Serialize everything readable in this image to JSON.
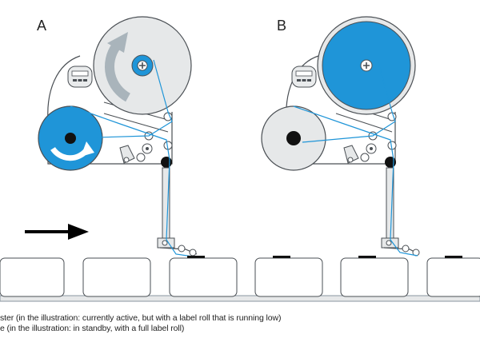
{
  "panels": {
    "a_label": "A",
    "b_label": "B"
  },
  "captions": {
    "line1": "ster (in the illustration: currently active, but with a label roll that is running low)",
    "line2": "e (in the illustration: in standby, with a full label roll)"
  },
  "colors": {
    "label_blue": "#1f95d8",
    "roll_gray": "#e6e8e9",
    "outline": "#4a4f54",
    "belt": "#8a96a0",
    "arrow": "#000000"
  },
  "icons": {
    "direction": "arrow-right-icon",
    "rotation": "curved-arrow-icon",
    "display": "control-display-icon"
  }
}
